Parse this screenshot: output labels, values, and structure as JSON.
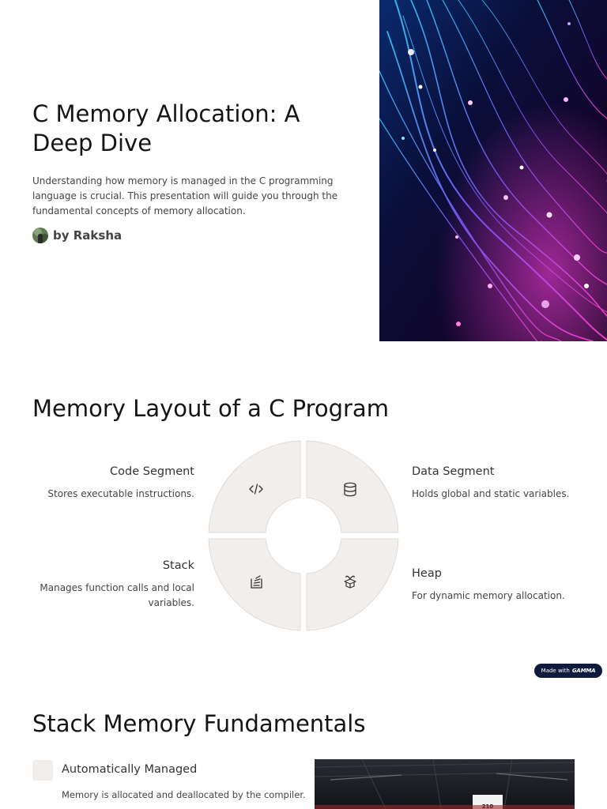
{
  "slide1": {
    "title": "C Memory Allocation: A Deep Dive",
    "intro": "Understanding how memory is managed in the C programming language is crucial. This presentation will guide you through the fundamental concepts of memory allocation.",
    "author": "by Raksha"
  },
  "slide2": {
    "title": "Memory Layout of a C Program",
    "segments": [
      {
        "title": "Code Segment",
        "desc": "Stores executable instructions.",
        "icon": "code-icon"
      },
      {
        "title": "Data Segment",
        "desc": "Holds global and static variables.",
        "icon": "database-icon"
      },
      {
        "title": "Stack",
        "desc": "Manages function calls and local variables.",
        "icon": "stack-icon"
      },
      {
        "title": "Heap",
        "desc": "For dynamic memory allocation.",
        "icon": "box-icon"
      }
    ]
  },
  "badge": {
    "prefix": "Made with",
    "brand": "GAMMA"
  },
  "slide3": {
    "title": "Stack Memory Fundamentals",
    "bullets": [
      {
        "title": "Automatically Managed",
        "desc": "Memory is allocated and deallocated by the compiler."
      }
    ],
    "image_sign": "210"
  },
  "colors": {
    "segment_fill": "#f1eeec",
    "badge_bg": "#0e1b3d",
    "text_dark": "#151515",
    "text_body": "#444444"
  }
}
